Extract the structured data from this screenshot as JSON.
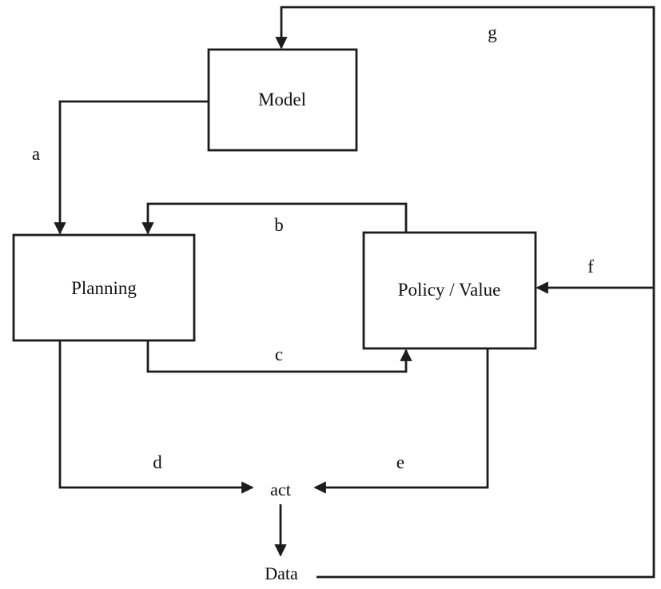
{
  "diagram": {
    "nodes": {
      "model": {
        "label": "Model"
      },
      "planning": {
        "label": "Planning"
      },
      "policy_value": {
        "label": "Policy / Value"
      },
      "act": {
        "label": "act"
      },
      "data": {
        "label": "Data"
      }
    },
    "edge_labels": {
      "a": "a",
      "b": "b",
      "c": "c",
      "d": "d",
      "e": "e",
      "f": "f",
      "g": "g"
    },
    "edges": [
      {
        "label": "a",
        "from": "Model",
        "to": "Planning"
      },
      {
        "label": "b",
        "from": "Policy / Value",
        "to": "Planning"
      },
      {
        "label": "c",
        "from": "Planning",
        "to": "Policy / Value"
      },
      {
        "label": "d",
        "from": "Planning",
        "to": "act"
      },
      {
        "label": "e",
        "from": "Policy / Value",
        "to": "act"
      },
      {
        "label": "f",
        "from": "Data loop",
        "to": "Policy / Value"
      },
      {
        "label": "g",
        "from": "Data",
        "to": "Model"
      },
      {
        "label": "",
        "from": "act",
        "to": "Data"
      }
    ],
    "colors": {
      "line": "#1c1c1c",
      "background": "#ffffff",
      "box_fill": "#ffffff"
    }
  }
}
